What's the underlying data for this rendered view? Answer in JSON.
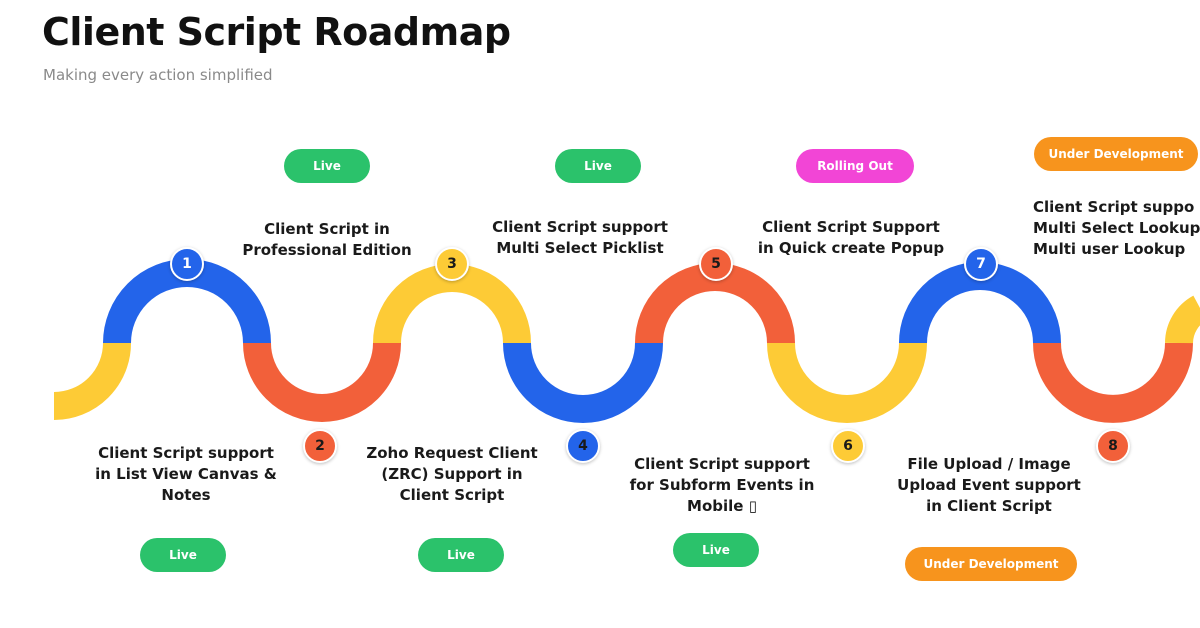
{
  "title": "Client Script Roadmap",
  "subtitle": "Making every action simplified",
  "colors": {
    "blue": "#2364ea",
    "red": "#f2603a",
    "yellow": "#fdcb36",
    "green": "#2bc26b",
    "pink": "#f245d6",
    "orange": "#f7941d"
  },
  "milestones": [
    {
      "number": "1",
      "label": "Client Script support\nin List View Canvas &\nNotes",
      "status": "Live"
    },
    {
      "number": "2",
      "label": "Client Script in\nProfessional Edition",
      "status": "Live"
    },
    {
      "number": "3",
      "label": "Zoho Request Client\n(ZRC) Support in\nClient Script",
      "status": "Live"
    },
    {
      "number": "4",
      "label": "Client Script support\nMulti Select Picklist",
      "status": "Live"
    },
    {
      "number": "5",
      "label": "Client Script support\nfor Subform  Events in\nMobile ▯",
      "status": "Live"
    },
    {
      "number": "6",
      "label": "Client Script Support\nin Quick create Popup",
      "status": "Rolling Out"
    },
    {
      "number": "7",
      "label": "File Upload / Image\nUpload Event support\nin Client Script",
      "status": "Under Development"
    },
    {
      "number": "8",
      "label": "Client Script suppo\nMulti Select Lookup\nMulti user Lookup",
      "status": "Under Development"
    }
  ]
}
